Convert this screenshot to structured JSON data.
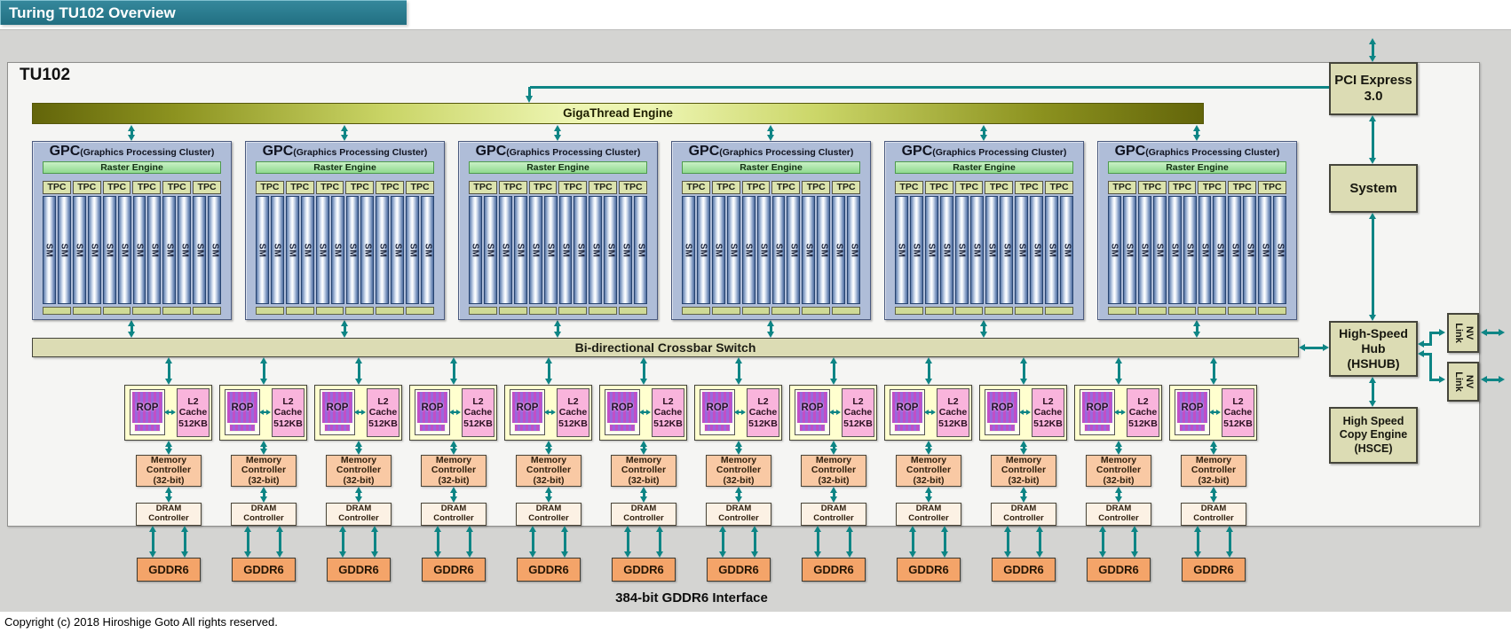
{
  "title": "Turing TU102 Overview",
  "chip_label": "TU102",
  "gigathread_label": "GigaThread Engine",
  "gpc": {
    "count": 6,
    "name": "GPC",
    "subtitle": "(Graphics Processing Cluster)",
    "raster": "Raster Engine",
    "tpc": "TPC",
    "tpc_count": 6,
    "sm": "SM",
    "sm_per_tpc": 2
  },
  "crossbar_label": "Bi-directional Crossbar Switch",
  "memory_channels": {
    "count": 12,
    "rop": "ROP",
    "l2": "L2\nCache\n512KB",
    "memory_controller": "Memory\nController\n(32-bit)",
    "dram_controller": "DRAM\nController",
    "gddr6": "GDDR6"
  },
  "right_side": {
    "pcie": "PCI Express\n3.0",
    "system": "System",
    "hshub": "High-Speed\nHub\n(HSHUB)",
    "hsce": "High Speed\nCopy Engine\n(HSCE)",
    "nvlink": "NV\nLink",
    "nvlink_count": 2
  },
  "footer": {
    "gddr6_interface": "384-bit GDDR6 Interface",
    "copyright": "Copyright (c) 2018 Hiroshige Goto All rights reserved."
  },
  "colors": {
    "teal": "#0E8585",
    "title_bg": "#2A7B8E",
    "outer_gray": "#D4D4D2",
    "panel_bg": "#F5F5F3",
    "tan_box": "#DCDCB4",
    "gpc_bg": "#AFBDD8",
    "raster_green": "#8FDA8F",
    "tpc_cell": "#DBE3AD",
    "sm_blue": "#4C6B9E",
    "rop_stripe_a": "#C14FC6",
    "rop_stripe_b": "#9A68DC",
    "l2_pink": "#F9B4DC",
    "mc_peach": "#F9C9A4",
    "dram_cream": "#FCF1E4",
    "gddr6_orange": "#F4A469",
    "giga_dark": "#63650A",
    "giga_light": "#EDF5B2"
  }
}
